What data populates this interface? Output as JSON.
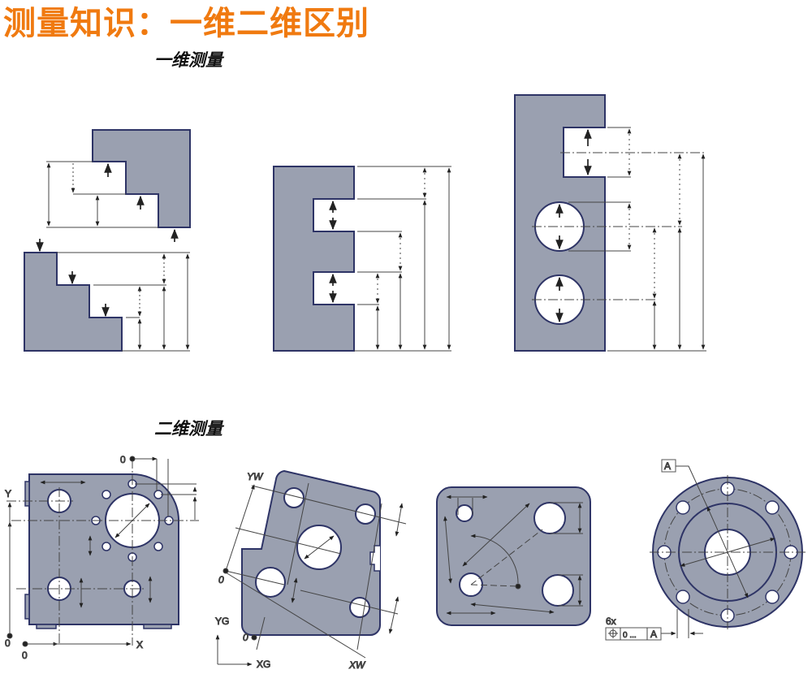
{
  "title": "测量知识：一维二维区别",
  "sections": {
    "one_d": "一维测量",
    "two_d": "二维测量"
  },
  "colors": {
    "title": "#f07a10",
    "part_fill": "#9aa0b0",
    "part_edge": "#2e3466",
    "dim_line": "#333333"
  },
  "labels": {
    "plate1": {
      "y": "Y",
      "x": "X",
      "origin_y": "0",
      "origin_x": "0",
      "origin_top": "0"
    },
    "plate2": {
      "yw": "YW",
      "xw": "XW",
      "yg": "YG",
      "xg": "XG",
      "origin_a": "0",
      "origin_b": "0"
    },
    "flange": {
      "datum": "A",
      "count": "6x",
      "tolerance": "0 ...",
      "ref": "A"
    }
  }
}
